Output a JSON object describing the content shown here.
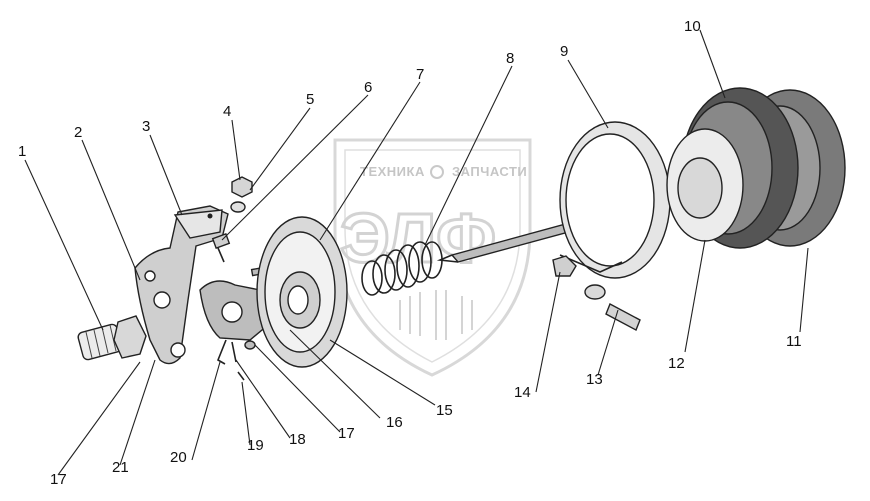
{
  "watermark": {
    "top_text_left": "ТЕХНИКА",
    "top_text_right": "ЗАПЧАСТИ",
    "logo_letters": "ЭЛФ"
  },
  "callouts": [
    {
      "id": "c1",
      "label": "1"
    },
    {
      "id": "c2",
      "label": "2"
    },
    {
      "id": "c3",
      "label": "3"
    },
    {
      "id": "c4",
      "label": "4"
    },
    {
      "id": "c5",
      "label": "5"
    },
    {
      "id": "c6",
      "label": "6"
    },
    {
      "id": "c7",
      "label": "7"
    },
    {
      "id": "c8",
      "label": "8"
    },
    {
      "id": "c9",
      "label": "9"
    },
    {
      "id": "c10",
      "label": "10"
    },
    {
      "id": "c11",
      "label": "11"
    },
    {
      "id": "c12",
      "label": "12"
    },
    {
      "id": "c13",
      "label": "13"
    },
    {
      "id": "c14",
      "label": "14"
    },
    {
      "id": "c15",
      "label": "15"
    },
    {
      "id": "c16",
      "label": "16"
    },
    {
      "id": "c17a",
      "label": "17"
    },
    {
      "id": "c17b",
      "label": "17"
    },
    {
      "id": "c18",
      "label": "18"
    },
    {
      "id": "c19",
      "label": "19"
    },
    {
      "id": "c20",
      "label": "20"
    },
    {
      "id": "c21",
      "label": "21"
    }
  ]
}
